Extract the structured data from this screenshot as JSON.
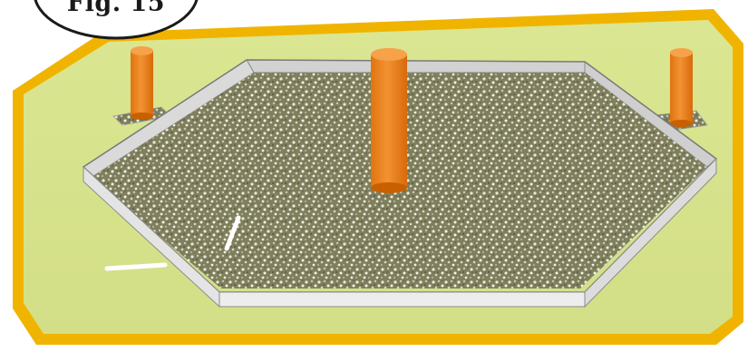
{
  "figure": {
    "label": "Fig. 15"
  },
  "colors": {
    "background_panel": "#d9e58e",
    "panel_border": "#f0b400",
    "gravel": "#8a8a6a",
    "formwork": "#e6e6e6",
    "pipe": "#f08a1e"
  },
  "icons": {
    "callout": "speech-bubble",
    "pipe": "cylinder"
  }
}
